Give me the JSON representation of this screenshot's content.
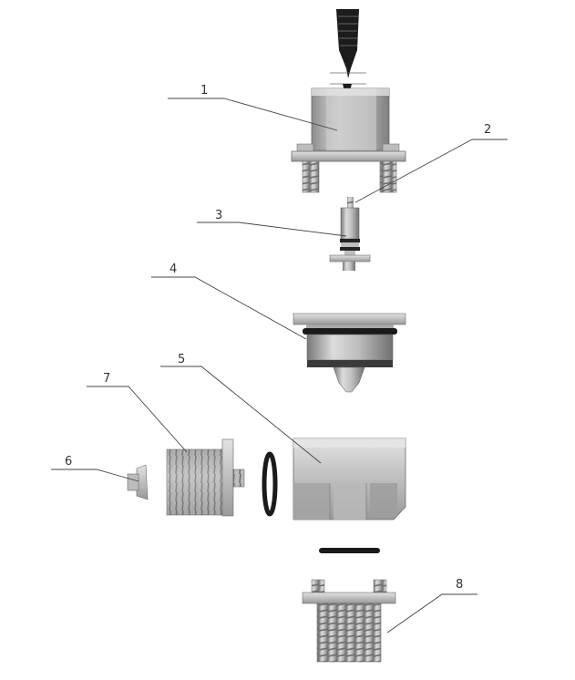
{
  "callouts": [
    {
      "id": "1",
      "text": "1"
    },
    {
      "id": "2",
      "text": "2"
    },
    {
      "id": "3",
      "text": "3"
    },
    {
      "id": "4",
      "text": "4"
    },
    {
      "id": "5",
      "text": "5"
    },
    {
      "id": "6",
      "text": "6"
    },
    {
      "id": "7",
      "text": "7"
    },
    {
      "id": "8",
      "text": "8"
    }
  ],
  "colors": {
    "metal_light": "#d4d4d4",
    "metal_mid": "#a9a9a9",
    "metal_dark": "#7d7d7d",
    "seal": "#1a1a1a",
    "leader": "#444444"
  }
}
